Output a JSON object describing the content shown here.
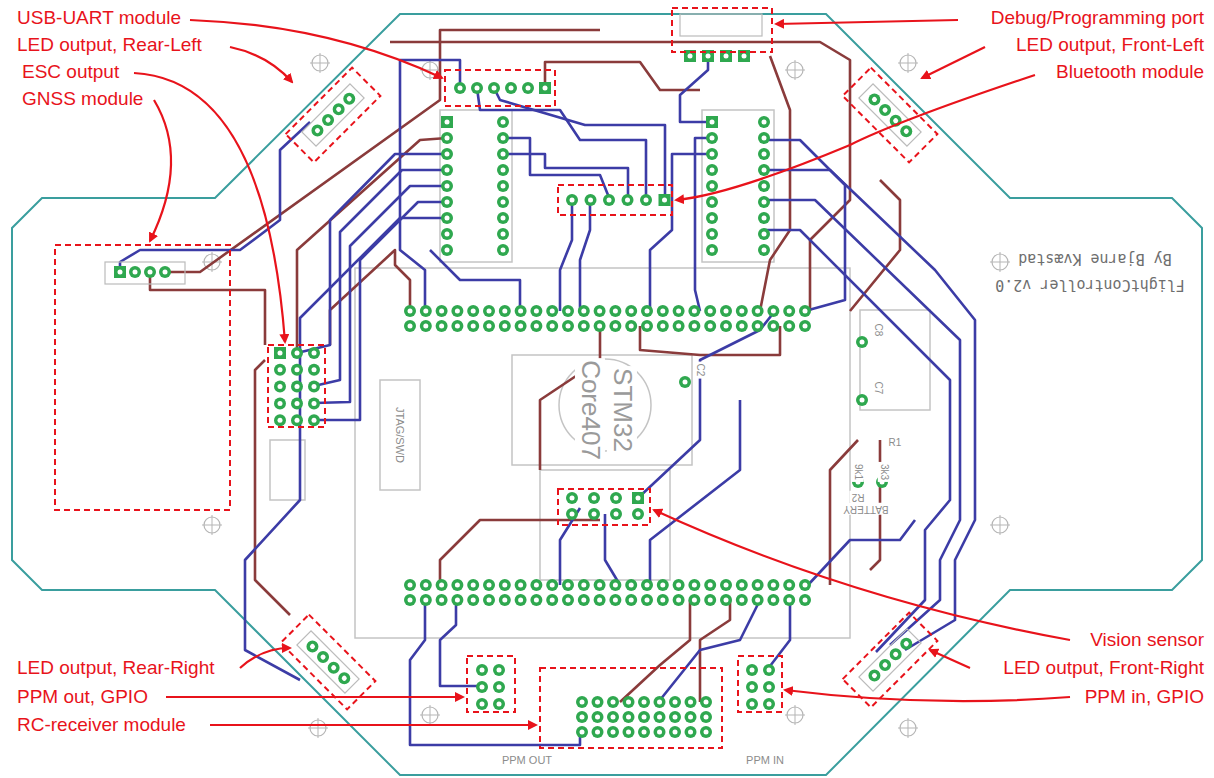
{
  "diagram": {
    "labels": [
      "USB-UART module",
      "LED output, Rear-Left",
      "ESC output",
      "GNSS module",
      "Debug/Programming port",
      "LED output, Front-Left",
      "Bluetooth module",
      "Vision sensor",
      "LED output, Front-Right",
      "PPM in, GPIO",
      "LED output, Rear-Right",
      "PPM out, GPIO",
      "RC-receiver module",
      "FlightController v2.0",
      "By Bjarne Kvæstad",
      "STM32",
      "Core407",
      "JTAG/SWD",
      "BATTERY",
      "R1",
      "3k3",
      "9k1",
      "R2",
      "C8",
      "C7",
      "C2",
      "PPM OUT",
      "PPM IN"
    ]
  }
}
